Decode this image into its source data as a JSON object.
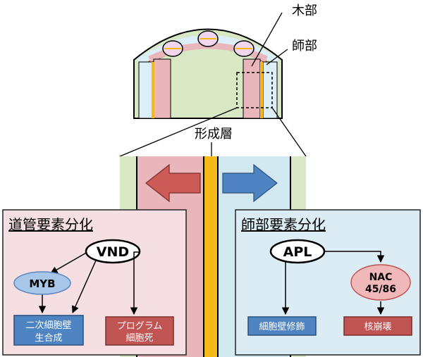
{
  "labels": {
    "xylem": "木部",
    "phloem": "師部",
    "cambium": "形成層"
  },
  "left_panel": {
    "title": "道管要素分化",
    "regulator": "VND",
    "myb": "MYB",
    "secondary_wall_line1": "二次細胞壁",
    "secondary_wall_line2": "生合成",
    "pcd_line1": "プログラム",
    "pcd_line2": "細胞死"
  },
  "right_panel": {
    "title": "師部要素分化",
    "regulator": "APL",
    "nac_line1": "NAC",
    "nac_line2": "45/86",
    "wall_thickening": "細胞壁修飾",
    "nuclear_degradation": "核崩壊"
  },
  "colors": {
    "stem_green": "#d9e8c4",
    "xylem_pink": "#e9b7bb",
    "phloem_blue": "#d3e9f2",
    "cambium_orange": "#f6b91a",
    "arrow_red": "#cc5a56",
    "arrow_blue": "#4f84c2",
    "left_panel_bg": "#f5dfe2",
    "right_panel_bg": "#dcecf4"
  }
}
